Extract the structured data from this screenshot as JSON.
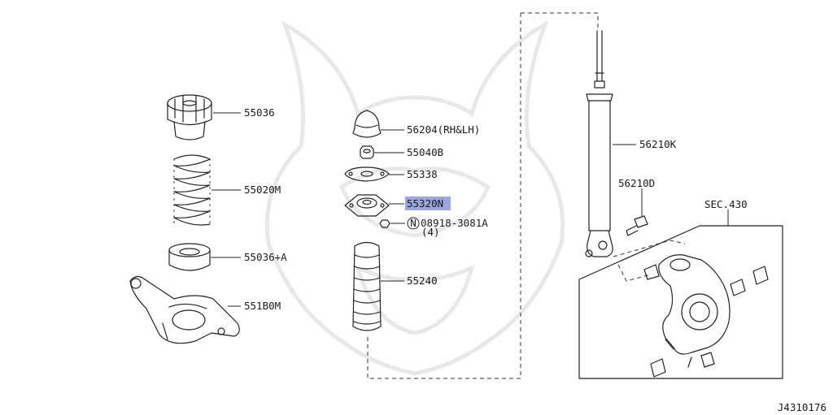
{
  "diagram_code": "J4310176",
  "highlight_color": "#9aa7dd",
  "parts": [
    {
      "id": "p1",
      "label": "55036"
    },
    {
      "id": "p2",
      "label": "55020M"
    },
    {
      "id": "p3",
      "label": "55036+A"
    },
    {
      "id": "p4",
      "label": "551B0M"
    },
    {
      "id": "p5",
      "label": "56204(RH&LH)"
    },
    {
      "id": "p6",
      "label": "55040B"
    },
    {
      "id": "p7",
      "label": "55338"
    },
    {
      "id": "p8",
      "label": "55320N",
      "highlighted": true
    },
    {
      "id": "p9",
      "label": "08918-3081A",
      "prefix": "N",
      "qty": "(4)"
    },
    {
      "id": "p10",
      "label": "55240"
    },
    {
      "id": "p11",
      "label": "56210K"
    },
    {
      "id": "p12",
      "label": "56210D"
    },
    {
      "id": "p13",
      "label": "SEC.430"
    }
  ]
}
